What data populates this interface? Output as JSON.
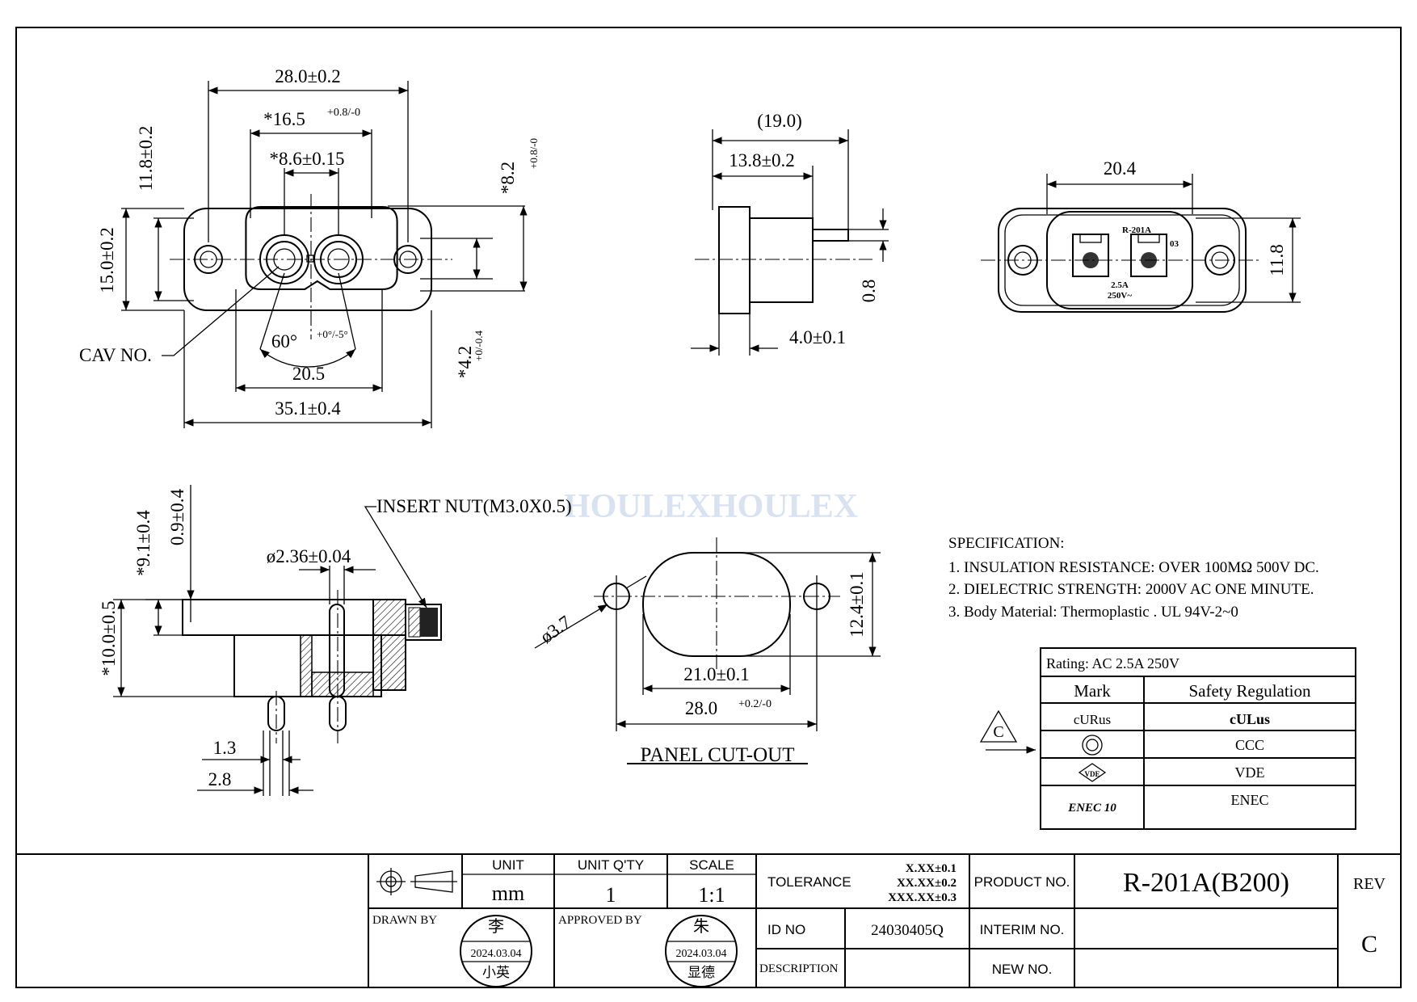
{
  "watermark": "HOULEXHOULEX",
  "front_view": {
    "dims": {
      "width_top": "28.0±0.2",
      "width_mid": "16.5",
      "width_mid_tol": "+0.8/-0",
      "pin_pitch": "8.6±0.15",
      "height_left": "11.8±0.2",
      "height_left2": "15.0±0.2",
      "height_right": "8.2",
      "height_right_tol": "+0.8/-0",
      "height_right2": "4.2",
      "height_right2_tol": "+0/-0.4",
      "angle": "60°",
      "angle_tol": "+0°/-5°",
      "width_inner": "20.5",
      "width_bottom": "35.1±0.4"
    },
    "label_cav": "CAV NO."
  },
  "side_view": {
    "dims": {
      "overall": "(19.0)",
      "body": "13.8±0.2",
      "pin": "0.8",
      "flange": "4.0±0.1"
    }
  },
  "rear_view": {
    "dims": {
      "width": "20.4",
      "height": "11.8"
    },
    "markings": {
      "model": "R-201A",
      "cav": "03",
      "rating1": "2.5A",
      "rating2": "250V~"
    }
  },
  "section_view": {
    "label_nut": "INSERT NUT(M3.0X0.5)",
    "dims": {
      "h1": "*9.1±0.4",
      "h2": "0.9±0.4",
      "h3": "*10.0±0.5",
      "pin_dia": "ø2.36±0.04",
      "w1": "1.3",
      "w2": "2.8"
    }
  },
  "panel_cutout": {
    "title": "PANEL CUT-OUT",
    "dims": {
      "hole": "ø3.7",
      "height": "12.4±0.1",
      "width_inner": "21.0±0.1",
      "width_outer": "28.0",
      "width_outer_tol": "+0.2/-0"
    }
  },
  "specification": {
    "title": "SPECIFICATION:",
    "items": [
      "1. INSULATION RESISTANCE: OVER 100MΩ 500V DC.",
      "2. DIELECTRIC STRENGTH: 2000V AC ONE MINUTE.",
      "3. Body Material: Thermoplastic . UL 94V-2~0"
    ]
  },
  "rating_table": {
    "rating": "Rating: AC 2.5A 250V",
    "headers": [
      "Mark",
      "Safety Regulation"
    ],
    "rows": [
      {
        "mark": "cURus",
        "regulation": "cULus"
      },
      {
        "mark": "CCC",
        "regulation": "CCC"
      },
      {
        "mark": "VDE",
        "regulation": "VDE"
      },
      {
        "mark": "ENEC 10",
        "regulation": "ENEC"
      }
    ],
    "symbol": "C"
  },
  "title_block": {
    "unit_label": "UNIT",
    "unit_value": "mm",
    "qty_label": "UNIT Q'TY",
    "qty_value": "1",
    "scale_label": "SCALE",
    "scale_value": "1:1",
    "tolerance_label": "TOLERANCE",
    "tolerance_values": [
      "X.XX±0.1",
      "XX.XX±0.2",
      "XXX.XX±0.3"
    ],
    "product_label": "PRODUCT NO.",
    "product_value": "R-201A(B200)",
    "rev_label": "REV",
    "rev_value": "C",
    "drawn_label": "DRAWN BY",
    "approved_label": "APPROVED BY",
    "drawn_stamp": {
      "top": "李",
      "date": "2024.03.04",
      "bottom": "小英"
    },
    "approved_stamp": {
      "top": "朱",
      "date": "2024.03.04",
      "bottom": "显德"
    },
    "id_label": "ID NO",
    "id_value": "24030405Q",
    "interim_label": "INTERIM NO.",
    "description_label": "DESCRIPTION",
    "new_label": "NEW NO."
  }
}
